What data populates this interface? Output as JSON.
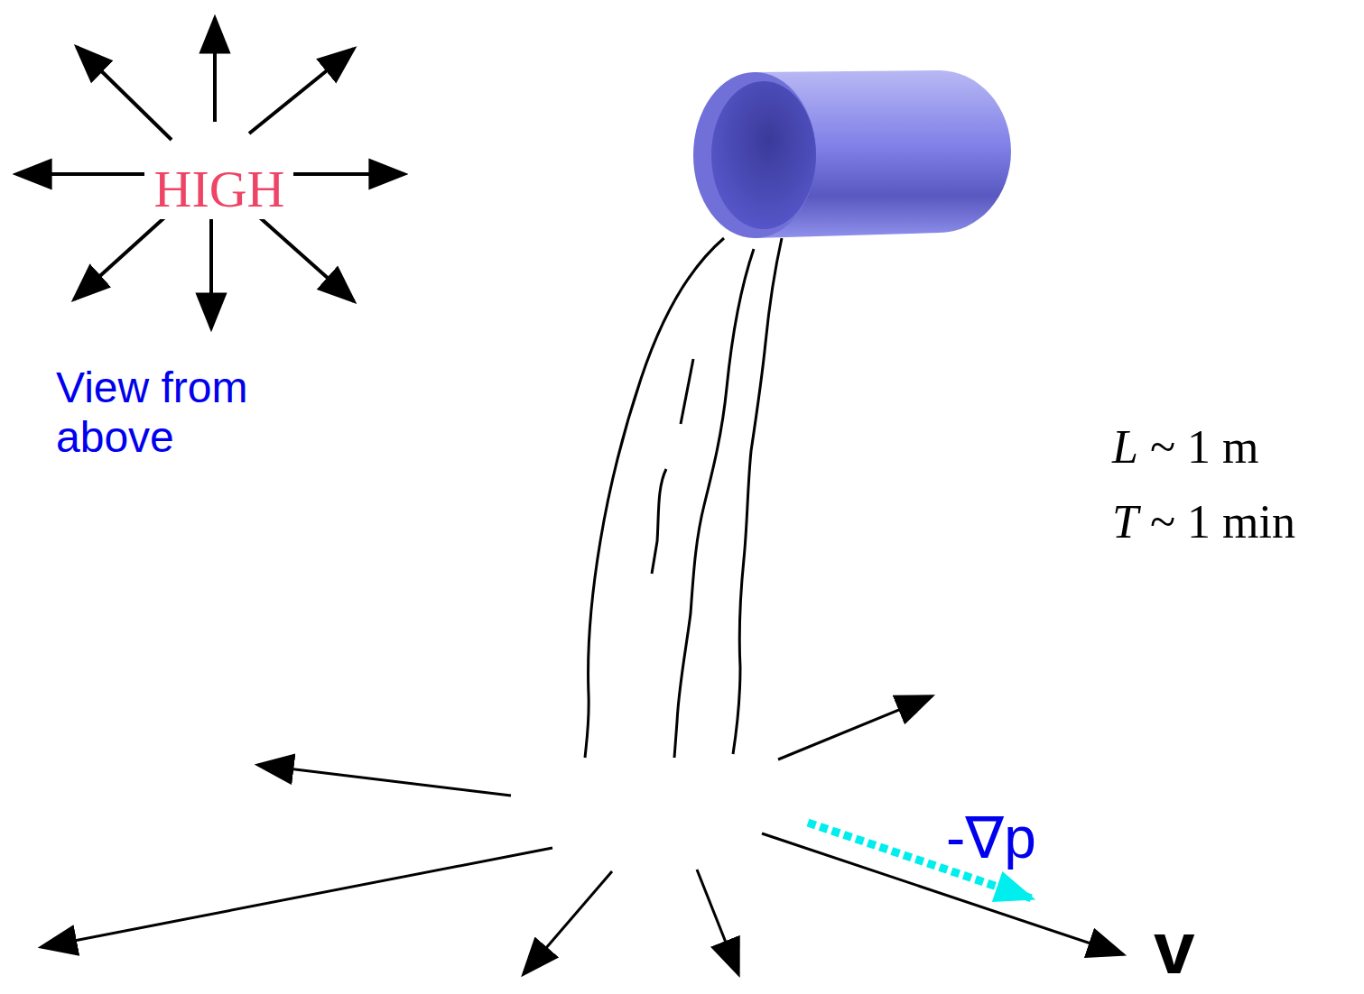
{
  "diagram": {
    "labels": [
      "HIGH",
      "View from above",
      "L ~ 1 m",
      "T ~ 1 min",
      "-∇p",
      "v"
    ]
  }
}
